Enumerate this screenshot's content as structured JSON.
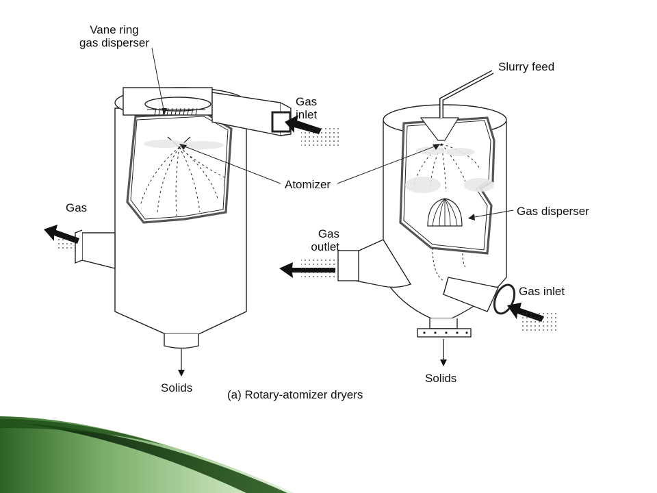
{
  "figure": {
    "caption": "(a) Rotary-atomizer dryers",
    "labels": {
      "vane_ring_line1": "Vane ring",
      "vane_ring_line2": "gas disperser",
      "gas_inlet_left_line1": "Gas",
      "gas_inlet_left_line2": "inlet",
      "gas_left": "Gas",
      "atomizer": "Atomizer",
      "solids_left": "Solids",
      "slurry_feed": "Slurry feed",
      "gas_disperser": "Gas disperser",
      "gas_outlet_line1": "Gas",
      "gas_outlet_line2": "outlet",
      "gas_inlet_right": "Gas inlet",
      "solids_right": "Solids"
    }
  },
  "slide": {
    "accent_color_dark": "#173f14",
    "accent_color_light": "#9cc98d"
  }
}
